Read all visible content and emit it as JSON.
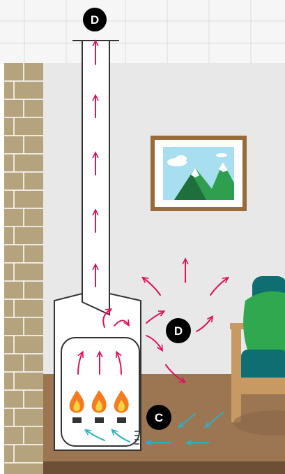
{
  "labels": {
    "top_vent": "D",
    "room_heat": "D",
    "air_intake": "C"
  },
  "colors": {
    "tile_bg": "#f6f6f6",
    "tile_line": "#dcdcdc",
    "wall": "#e8e8e8",
    "brick": "#b5a37d",
    "brick_line": "#ffffff",
    "floor": "#9c7553",
    "floor_edge": "#6d4f35",
    "outline": "#333333",
    "warm_arrow": "#e0115f",
    "cool_arrow": "#2bb2c4",
    "frame": "#9a6b3a",
    "sky": "#a7def0",
    "mountain": "#2f9e4f",
    "mountain_dark": "#1e6f3b",
    "flame_outer": "#f47b20",
    "flame_inner": "#ffd23f",
    "burner": "#333333",
    "chair_wood": "#c89a63",
    "chair_teal": "#0e6e72",
    "cushion_green": "#2fa84f",
    "badge": "#000000"
  },
  "icons": {
    "flame": "flame-icon",
    "burner": "burner-icon",
    "warm_flow": "arrow-warm-icon",
    "cool_flow": "arrow-cool-icon"
  }
}
